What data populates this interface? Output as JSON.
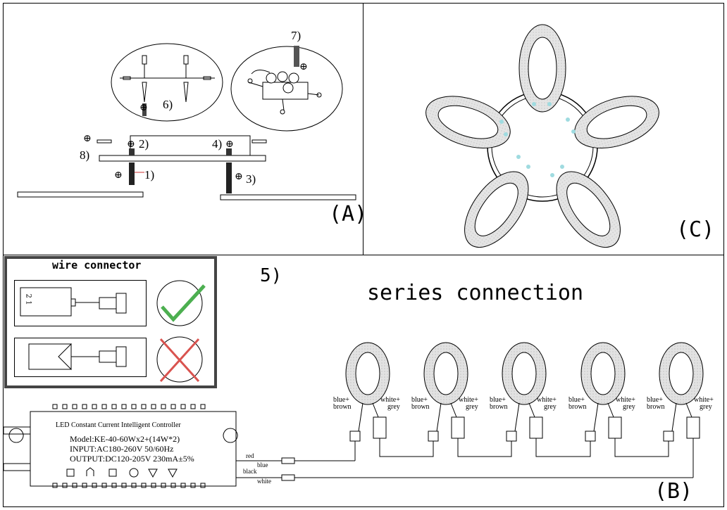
{
  "panel_a": {
    "corner_label": "(A)",
    "steps": {
      "s1": "1)",
      "s2": "2)",
      "s3": "3)",
      "s4": "4)",
      "s6": "6)",
      "s7": "7)",
      "s8": "8)"
    }
  },
  "panel_c": {
    "corner_label": "(C)"
  },
  "panel_b": {
    "corner_label": "(B)",
    "step": "5)",
    "title": "series connection",
    "wire_connector": {
      "title": "wire connector",
      "correct_icon": "check-mark-icon",
      "incorrect_icon": "x-mark-icon",
      "pin_labels": "2 1",
      "colors": {
        "check": "#4caf50",
        "cross": "#d9534f"
      }
    },
    "controller": {
      "name": "LED Constant Current Intelligent Controller",
      "model": "Model:KE-40-60Wx2+(14W*2)",
      "input": "INPUT:AC180-260V  50/60Hz",
      "output": "OUTPUT:DC120-205V  230mA±5%"
    },
    "wires": {
      "red": "red",
      "blue": "blue",
      "black": "black",
      "white": "white"
    },
    "ring_labels": {
      "left": [
        "blue+",
        "brown"
      ],
      "right": [
        "white+",
        "grey"
      ]
    }
  },
  "colors": {
    "ring_fill": "#dcdcdc",
    "led_dot": "#9fdbe0"
  }
}
